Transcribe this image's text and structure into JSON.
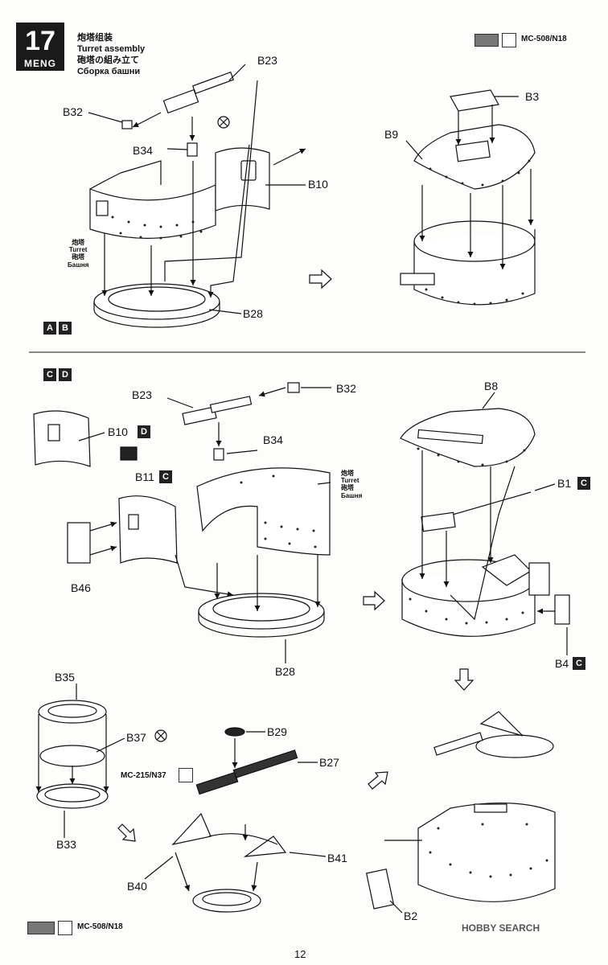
{
  "header": {
    "step_number": "17",
    "brand": "MENG",
    "title_cn": "炮塔组装",
    "title_en": "Turret assembly",
    "title_jp": "砲塔の組み立て",
    "title_ru": "Сборка башни",
    "paint_code": "MC-508/N18"
  },
  "version_tags": {
    "a": "A",
    "b": "B",
    "c": "C",
    "d": "D"
  },
  "turret_callout": {
    "cn": "炮塔",
    "en": "Turret",
    "jp": "砲塔",
    "ru": "Башня"
  },
  "top_labels": {
    "b23": "B23",
    "b32": "B32",
    "b34": "B34",
    "b10": "B10",
    "b28": "B28",
    "b3": "B3",
    "b9": "B9"
  },
  "mid_labels": {
    "b32": "B32",
    "b23": "B23",
    "b34": "B34",
    "b10": "B10",
    "d": "D",
    "b11": "B11",
    "c": "C",
    "b46": "B46",
    "b28": "B28",
    "b8": "B8",
    "b1": "B1",
    "c2": "C",
    "b4": "B4",
    "c3": "C"
  },
  "bottom_labels": {
    "b35": "B35",
    "b37": "B37",
    "b33": "B33",
    "b29": "B29",
    "b27": "B27",
    "paint2": "MC-215/N37",
    "b40": "B40",
    "b41": "B41",
    "b2": "B2"
  },
  "footer": {
    "paint_code": "MC-508/N18",
    "page_number": "12",
    "watermark": "HOBBY SEARCH"
  },
  "colors": {
    "ink": "#111111",
    "paint_gray": "#777777",
    "rivet": "#222222"
  }
}
